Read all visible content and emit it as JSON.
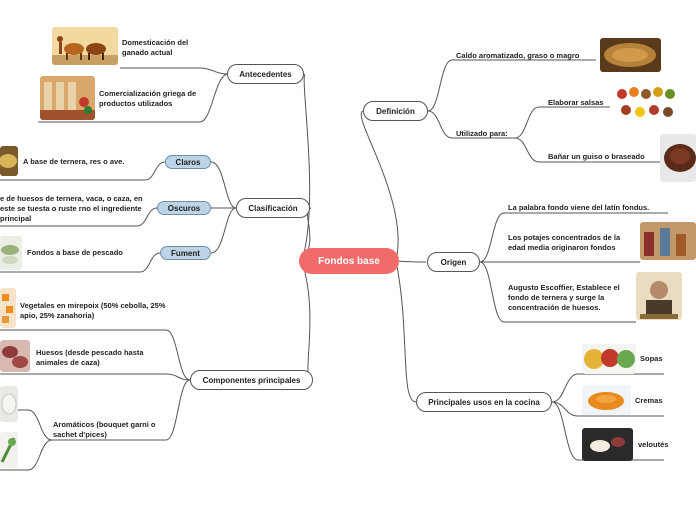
{
  "central": "Fondos base",
  "antecedentes": {
    "label": "Antecedentes",
    "items": [
      "Domesticación del ganado actual",
      "Comercialización griega de productos utilizados"
    ]
  },
  "clasificacion": {
    "label": "Clasificación",
    "tags": [
      "Claros",
      "Oscuros",
      "Fument"
    ],
    "items": [
      "A base de ternera, res o ave.",
      "e de huesos de ternera, vaca, o caza, en este se tuesta o ruste rno el ingrediente principal",
      "Fondos a base de pescado"
    ]
  },
  "componentes": {
    "label": "Componentes principales",
    "items": [
      "Vegetales en mirepoix (50% cebolla, 25% apio, 25% zanahoria)",
      "Huesos (desde pescado hasta animales de caza)",
      "Aromáticos (bouquet garni o sachet d'pices)"
    ]
  },
  "definicion": {
    "label": "Definición",
    "caldo": "Caldo aromatizado, graso o magro",
    "utilizado": "Utilizado para:",
    "usos": [
      "Elaborar salsas",
      "Bañar un guiso o braseado"
    ]
  },
  "origen": {
    "label": "Origen",
    "items": [
      "La palabra fondo viene del latín fondus.",
      "Los potajes concentrados de la edad media originaron fondos",
      "Augusto Escoffier, Establece el fondo de ternera y surge la concentración de huesos."
    ]
  },
  "principales": {
    "label": "Principales usos en la cocina",
    "items": [
      "Sopas",
      "Cremas",
      "veloutés"
    ]
  }
}
